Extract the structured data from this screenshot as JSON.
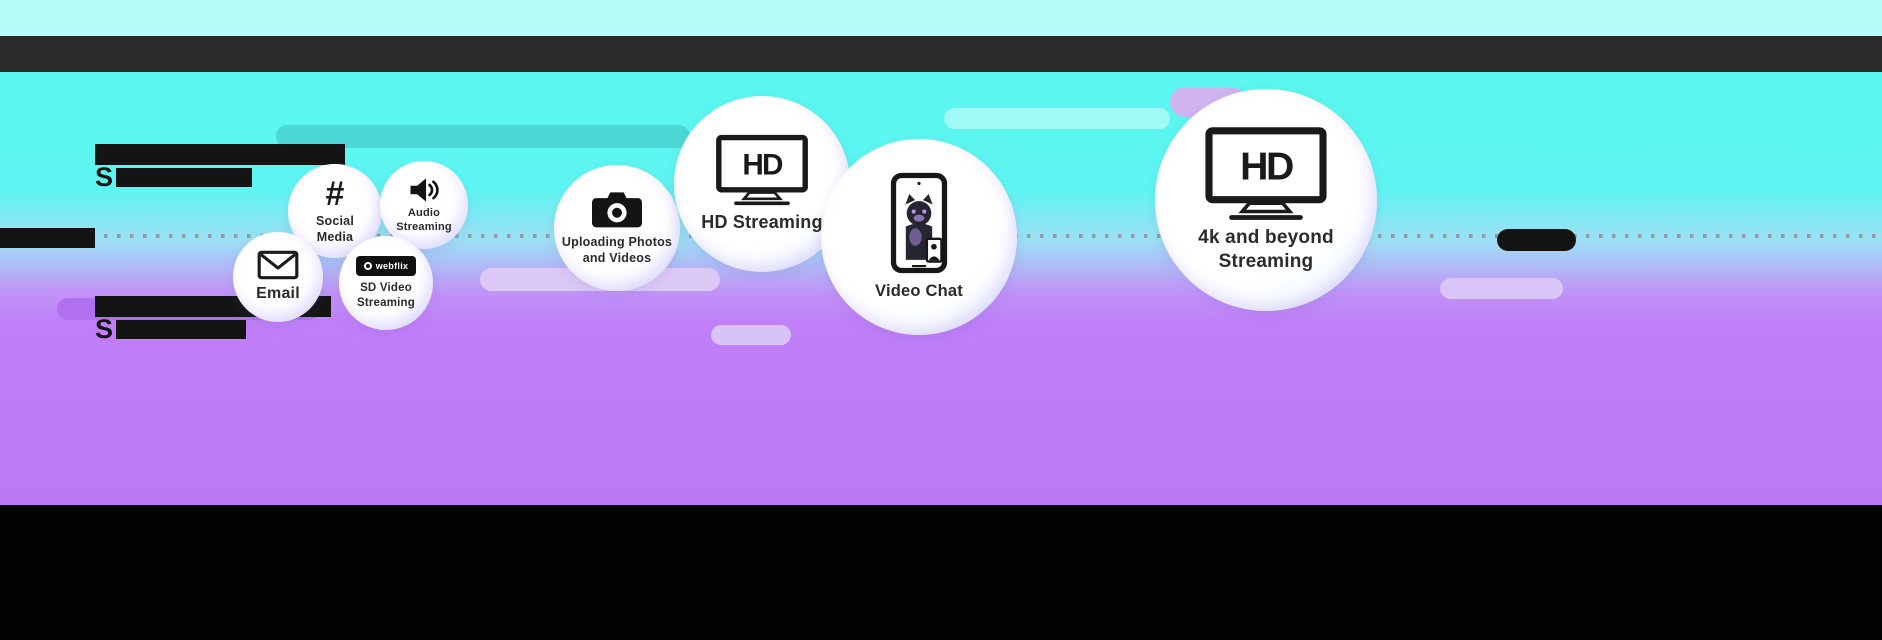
{
  "colors": {
    "top_strip": "#b6fbf8",
    "navbar": "#2a2a2a",
    "background_cyan": "#59f6ef",
    "background_purple": "#c07ff8",
    "footer": "#030303",
    "label_text": "#2b2b2b",
    "teal_pill": "#4cd8d4",
    "lavender_pill": "#dcc9f8",
    "purple_pill": "#b171ef"
  },
  "redacted_text": {
    "upper_line2_prefix": "S",
    "lower_line2_prefix": "S"
  },
  "bubbles": {
    "email": {
      "label": "Email"
    },
    "social_media": {
      "label": "Social Media",
      "hashtag_glyph": "#"
    },
    "audio_streaming": {
      "label": "Audio Streaming"
    },
    "sd_video_streaming": {
      "label": "SD Video Streaming",
      "brand": "webflix"
    },
    "uploading_photos": {
      "label": "Uploading Photos and Videos"
    },
    "hd_streaming": {
      "label": "HD Streaming",
      "screen_text": "HD"
    },
    "video_chat": {
      "label": "Video Chat"
    },
    "uhd_streaming": {
      "label": "4k and beyond Streaming",
      "screen_text": "HD"
    }
  }
}
